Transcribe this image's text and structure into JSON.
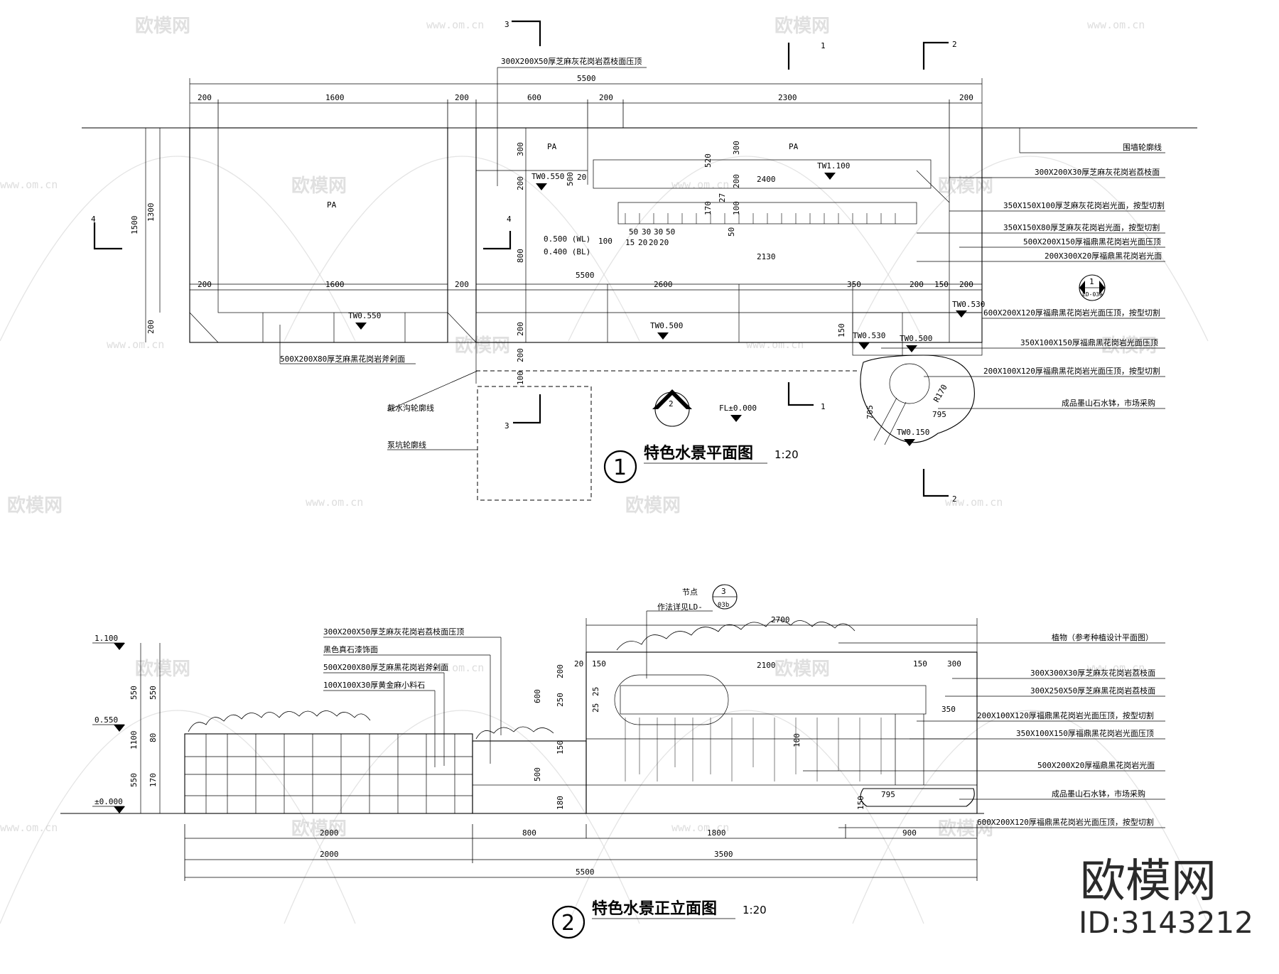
{
  "watermark": {
    "brand": "欧模网",
    "url": "www.om.cn"
  },
  "footer": {
    "brand": "欧模网",
    "id": "ID:3143212"
  },
  "plan": {
    "title": "特色水景平面图",
    "title_number": "1",
    "scale": "1:20",
    "overall_dim": "5500",
    "top_dims": [
      "200",
      "1600",
      "200",
      "600",
      "200",
      "2300",
      "200"
    ],
    "bottom_dims": [
      "200",
      "1600",
      "200",
      "2600",
      "350",
      "200",
      "150",
      "200"
    ],
    "left_dims": [
      "1500",
      "1300",
      "200"
    ],
    "inner_dims": [
      "300",
      "200",
      "500",
      "20",
      "520",
      "300",
      "200",
      "2400",
      "27",
      "170",
      "100",
      "50",
      "5500",
      "2130",
      "100",
      "800",
      "200",
      "200",
      "100",
      "795",
      "705",
      "150",
      "R170"
    ],
    "small_dims": [
      "15",
      "20",
      "20",
      "20",
      "50",
      "30",
      "30",
      "50"
    ],
    "labels_pa": [
      "PA",
      "PA",
      "PA"
    ],
    "levels": [
      "TW0.550",
      "TW1.100",
      "TW0.550",
      "TW0.500",
      "TW0.530",
      "TW0.530",
      "TW0.500",
      "TW0.150",
      "FL±0.000"
    ],
    "wl": [
      "0.500 (WL)",
      "0.400 (BL)"
    ],
    "section_marks": [
      "1",
      "1",
      "2",
      "2",
      "3",
      "3",
      "4",
      "4"
    ],
    "detail_ref": {
      "num": "1",
      "sheet": "LD-03a"
    },
    "north_num": "2",
    "notes_left": [
      "截水沟轮廓线",
      "泵坑轮廓线"
    ],
    "note_top": "300X200X50厚芝麻灰花岗岩荔枝面压顶",
    "note_bottom": "500X200X80厚芝麻黑花岗岩斧剁面",
    "notes_right": [
      "围墙轮廓线",
      "300X200X30厚芝麻灰花岗岩荔枝面",
      "350X150X100厚芝麻灰花岗岩光面，按型切割",
      "350X150X80厚芝麻灰花岗岩光面，按型切割",
      "500X200X150厚福鼎黑花岗岩光面压顶",
      "200X300X20厚福鼎黑花岗岩光面",
      "600X200X120厚福鼎黑花岗岩光面压顶，按型切割",
      "350X100X150厚福鼎黑花岗岩光面压顶",
      "200X100X120厚福鼎黑花岗岩光面压顶，按型切割",
      "成品墨山石水钵，市场采购"
    ]
  },
  "elevation": {
    "title": "特色水景正立面图",
    "title_number": "2",
    "scale": "1:20",
    "bottom_dims_1": [
      "2000",
      "800",
      "1800",
      "900"
    ],
    "bottom_dims_2": [
      "2000",
      "3500"
    ],
    "overall_dim": "5500",
    "top_dim": "2700",
    "inner_dims": [
      "2100",
      "20",
      "150",
      "150",
      "300",
      "200",
      "600",
      "250",
      "150",
      "500",
      "180",
      "350",
      "795",
      "100",
      "25",
      "25",
      "150"
    ],
    "left_dims": [
      "550",
      "550",
      "80",
      "1100",
      "550",
      "170"
    ],
    "levels": [
      "1.100",
      "0.550",
      "±0.000"
    ],
    "node_label": "节点",
    "node_ref": {
      "num": "3",
      "sheet": "03b"
    },
    "node_note": "作法详见LD-",
    "notes_left": [
      "300X200X50厚芝麻灰花岗岩荔枝面压顶",
      "黑色真石漆饰面",
      "500X200X80厚芝麻黑花岗岩斧剁面",
      "100X100X30厚黄金麻小料石"
    ],
    "notes_right": [
      "植物（参考种植设计平面图）",
      "300X300X30厚芝麻灰花岗岩荔枝面",
      "300X250X50厚芝麻黑花岗岩荔枝面",
      "200X100X120厚福鼎黑花岗岩光面压顶，按型切割",
      "350X100X150厚福鼎黑花岗岩光面压顶",
      "500X200X20厚福鼎黑花岗岩光面",
      "成品墨山石水钵，市场采购",
      "600X200X120厚福鼎黑花岗岩光面压顶，按型切割"
    ]
  }
}
